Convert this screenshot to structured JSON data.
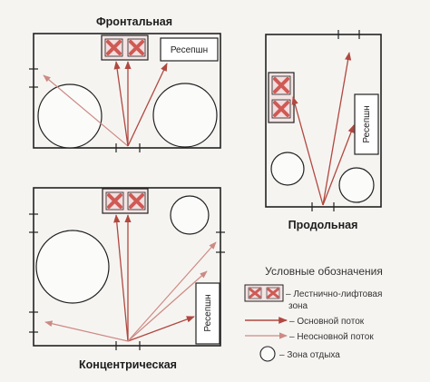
{
  "labels": {
    "frontal": "Фронтальная",
    "longitudinal": "Продольная",
    "concentric": "Концентрическая",
    "reception": "Ресепшн"
  },
  "legend": {
    "title": "Условные обозначения",
    "stairs_line1": "– Лестнично-лифтовая",
    "stairs_line2": "зона",
    "main_flow": "– Основной поток",
    "secondary_flow": "– Неосновной поток",
    "rest_zone": "– Зона отдыха"
  },
  "colors": {
    "main_flow": "#b04840",
    "secondary_flow": "#cd8a84",
    "cross": "#cf5a55",
    "stairs_fill": "#f2dede",
    "line": "#222222"
  },
  "icons": {
    "stairs": "cross-in-box-icon",
    "rest": "circle-icon"
  }
}
